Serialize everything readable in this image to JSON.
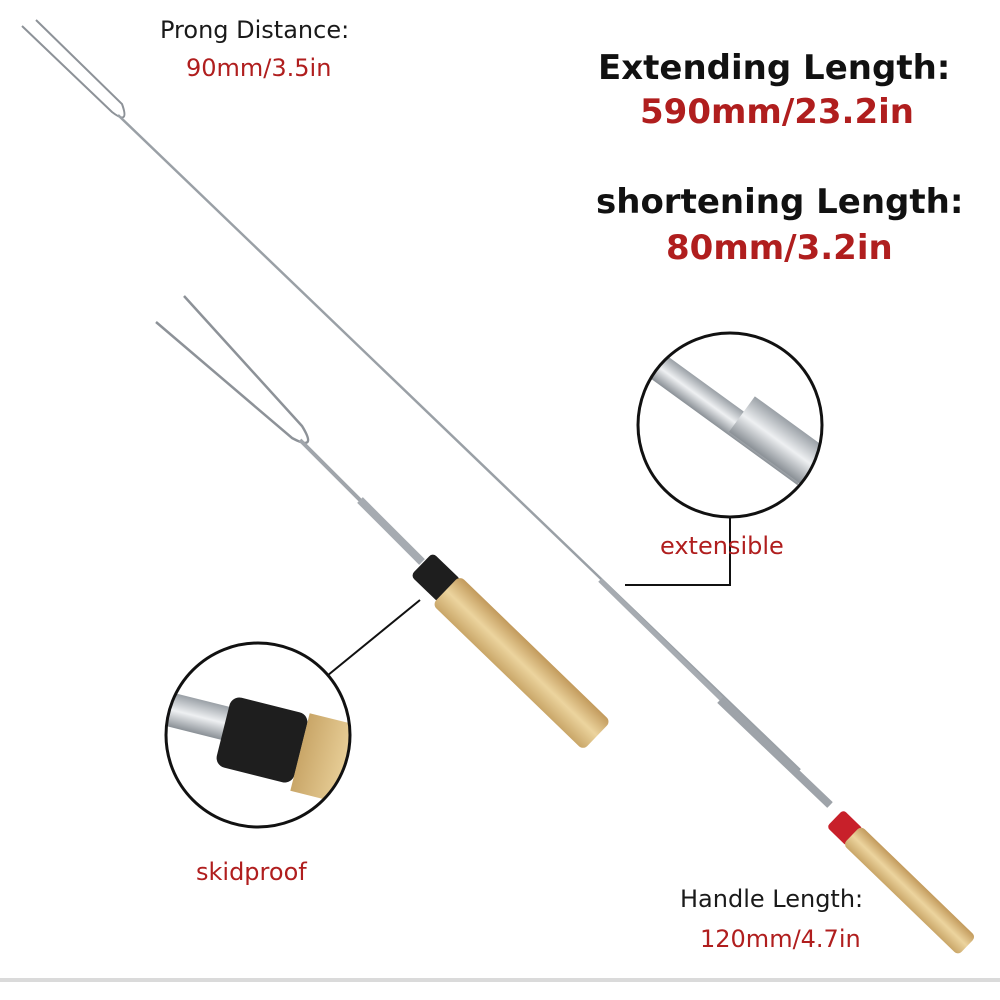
{
  "specs": {
    "prong_distance_label": "Prong Distance:",
    "prong_distance_value": "90mm/3.5in",
    "extending_label": "Extending Length:",
    "extending_value": "590mm/23.2in",
    "shortening_label": "shortening Length:",
    "shortening_value": "80mm/3.2in",
    "handle_label": "Handle Length:",
    "handle_value": "120mm/4.7in"
  },
  "callouts": {
    "extensible": "extensible",
    "skidproof": "skidproof"
  },
  "colors": {
    "accent_red": "#b01e1e",
    "wood": "#e2c48a",
    "steel": "#b8bcc2",
    "cap_black": "#1e1e1e",
    "cap_red": "#c8202a"
  }
}
